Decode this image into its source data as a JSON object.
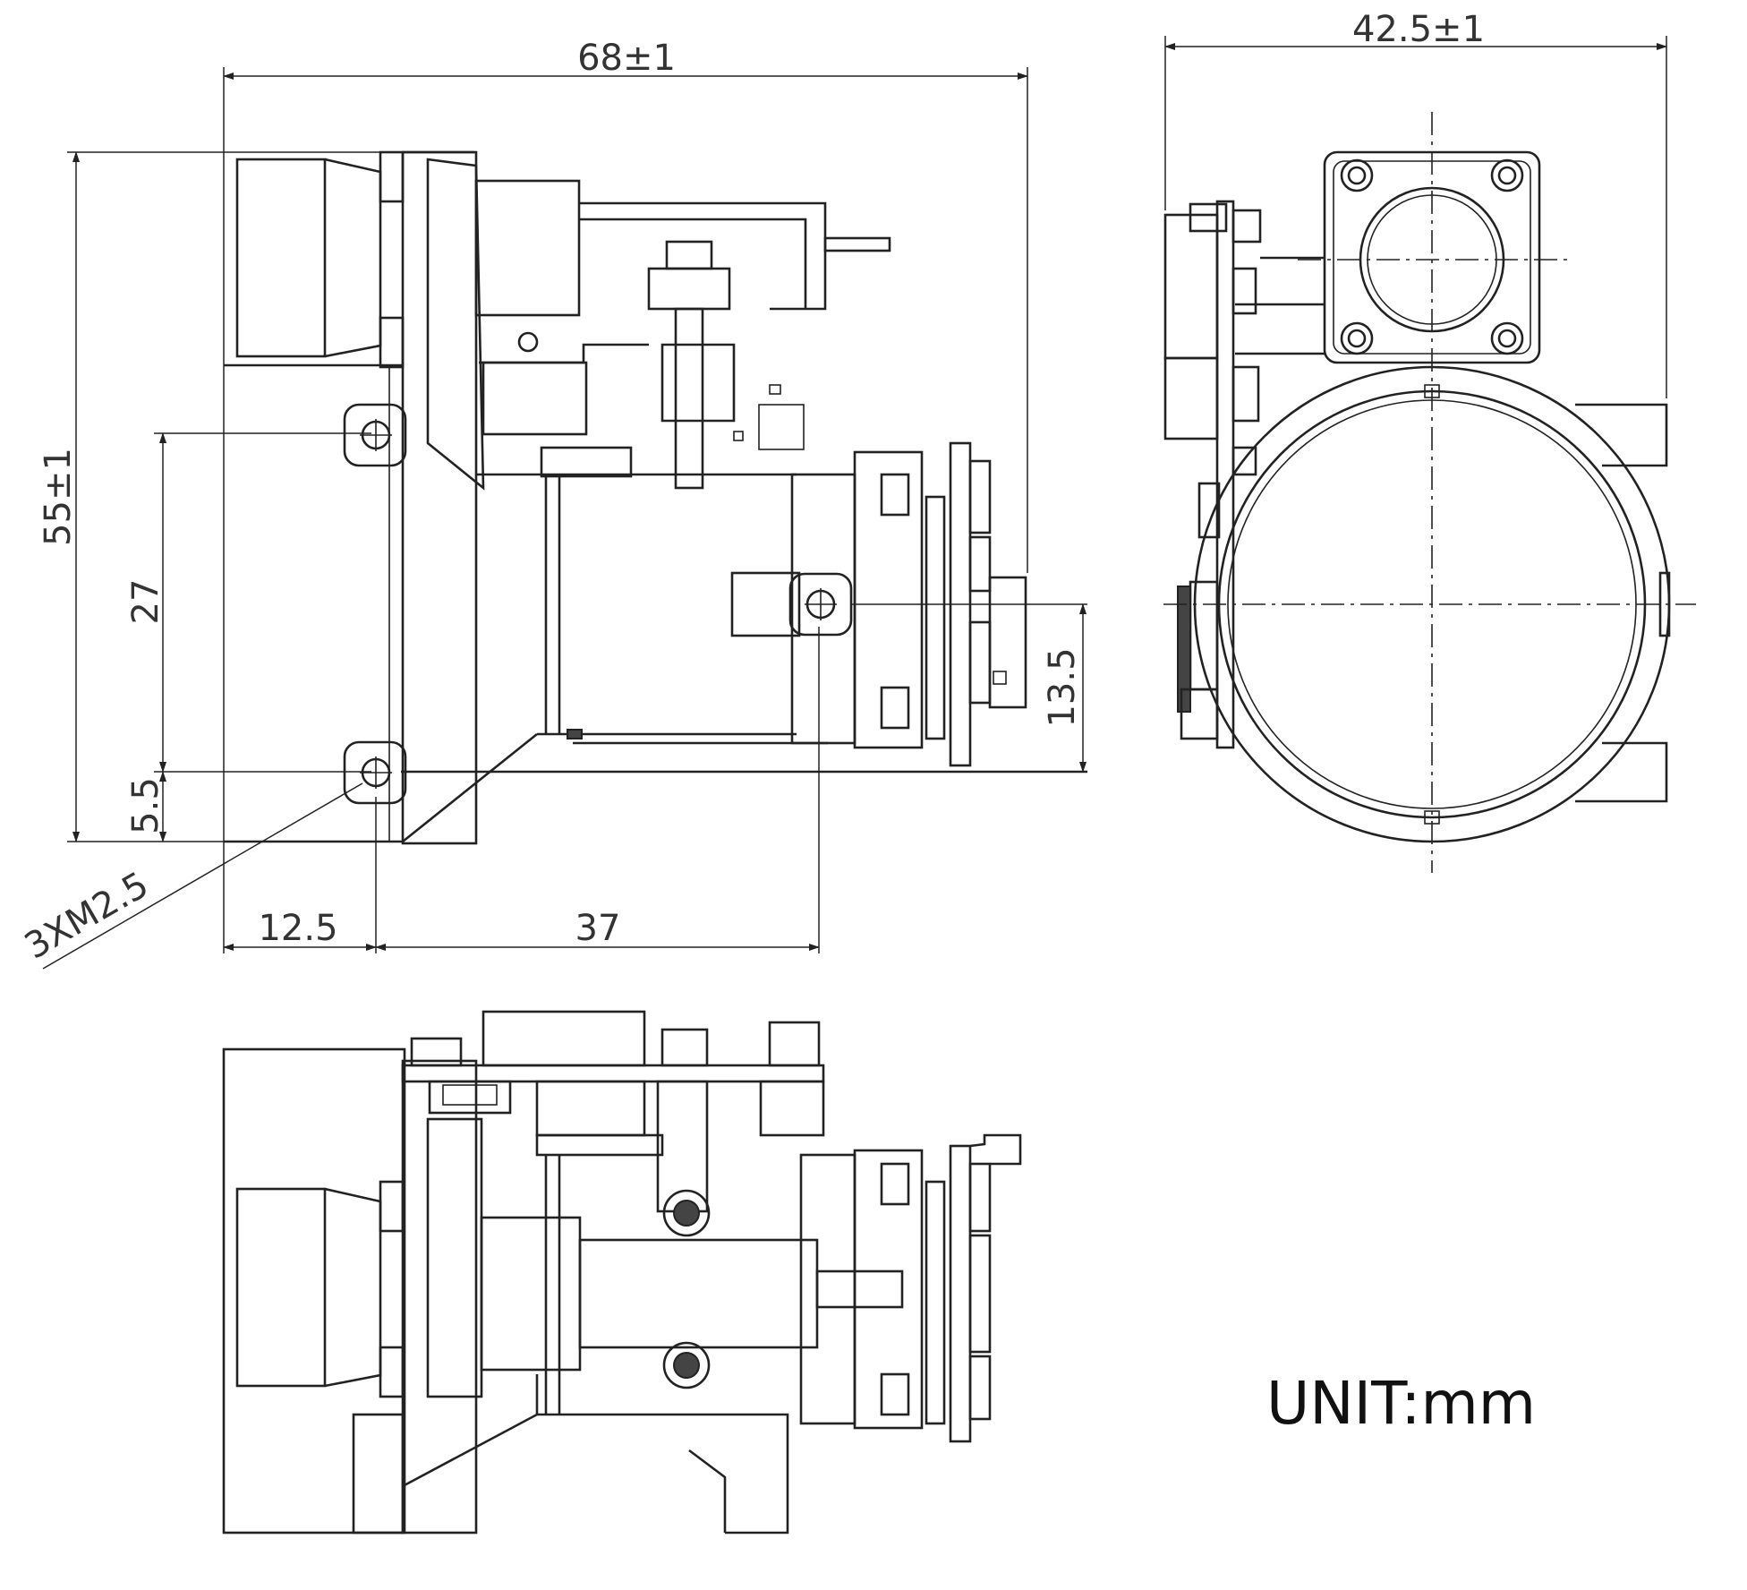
{
  "dimensions": {
    "overall_length": "68±1",
    "overall_height": "55±1",
    "side_width": "42.5±1",
    "hole_spacing": "27",
    "hole_offset_bottom": "5.5",
    "axis_height": "13.5",
    "hole_offset_front": "12.5",
    "hole_span": "37",
    "thread_callout": "3XM2.5"
  },
  "unit_label": "UNIT:mm"
}
